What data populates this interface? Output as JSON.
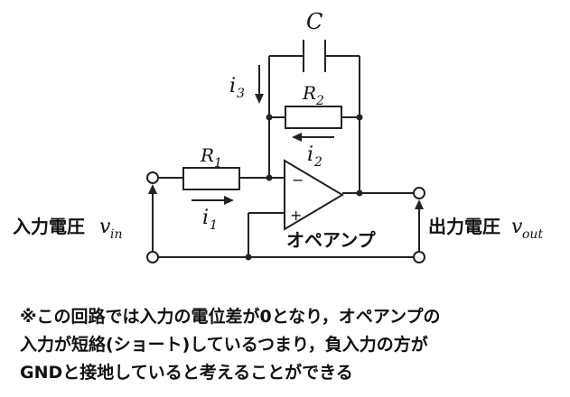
{
  "labels": {
    "C": "C",
    "R1": "R",
    "R1_sub": "1",
    "R2": "R",
    "R2_sub": "2",
    "i1": "i",
    "i1_sub": "1",
    "i2": "i",
    "i2_sub": "2",
    "i3": "i",
    "i3_sub": "3",
    "minus": "−",
    "plus": "+",
    "opamp": "オペアンプ",
    "vin_jp": "入力電圧",
    "vin": "v",
    "vin_sub": "in",
    "vout_jp": "出力電圧",
    "vout": "v",
    "vout_sub": "out"
  },
  "note": {
    "line1": "※この回路では入力の電位差が0となり，オペアンプの",
    "line2": "入力が短絡(ショート)しているつまり，負入力の方が",
    "line3": "GNDと接地していると考えることができる"
  }
}
